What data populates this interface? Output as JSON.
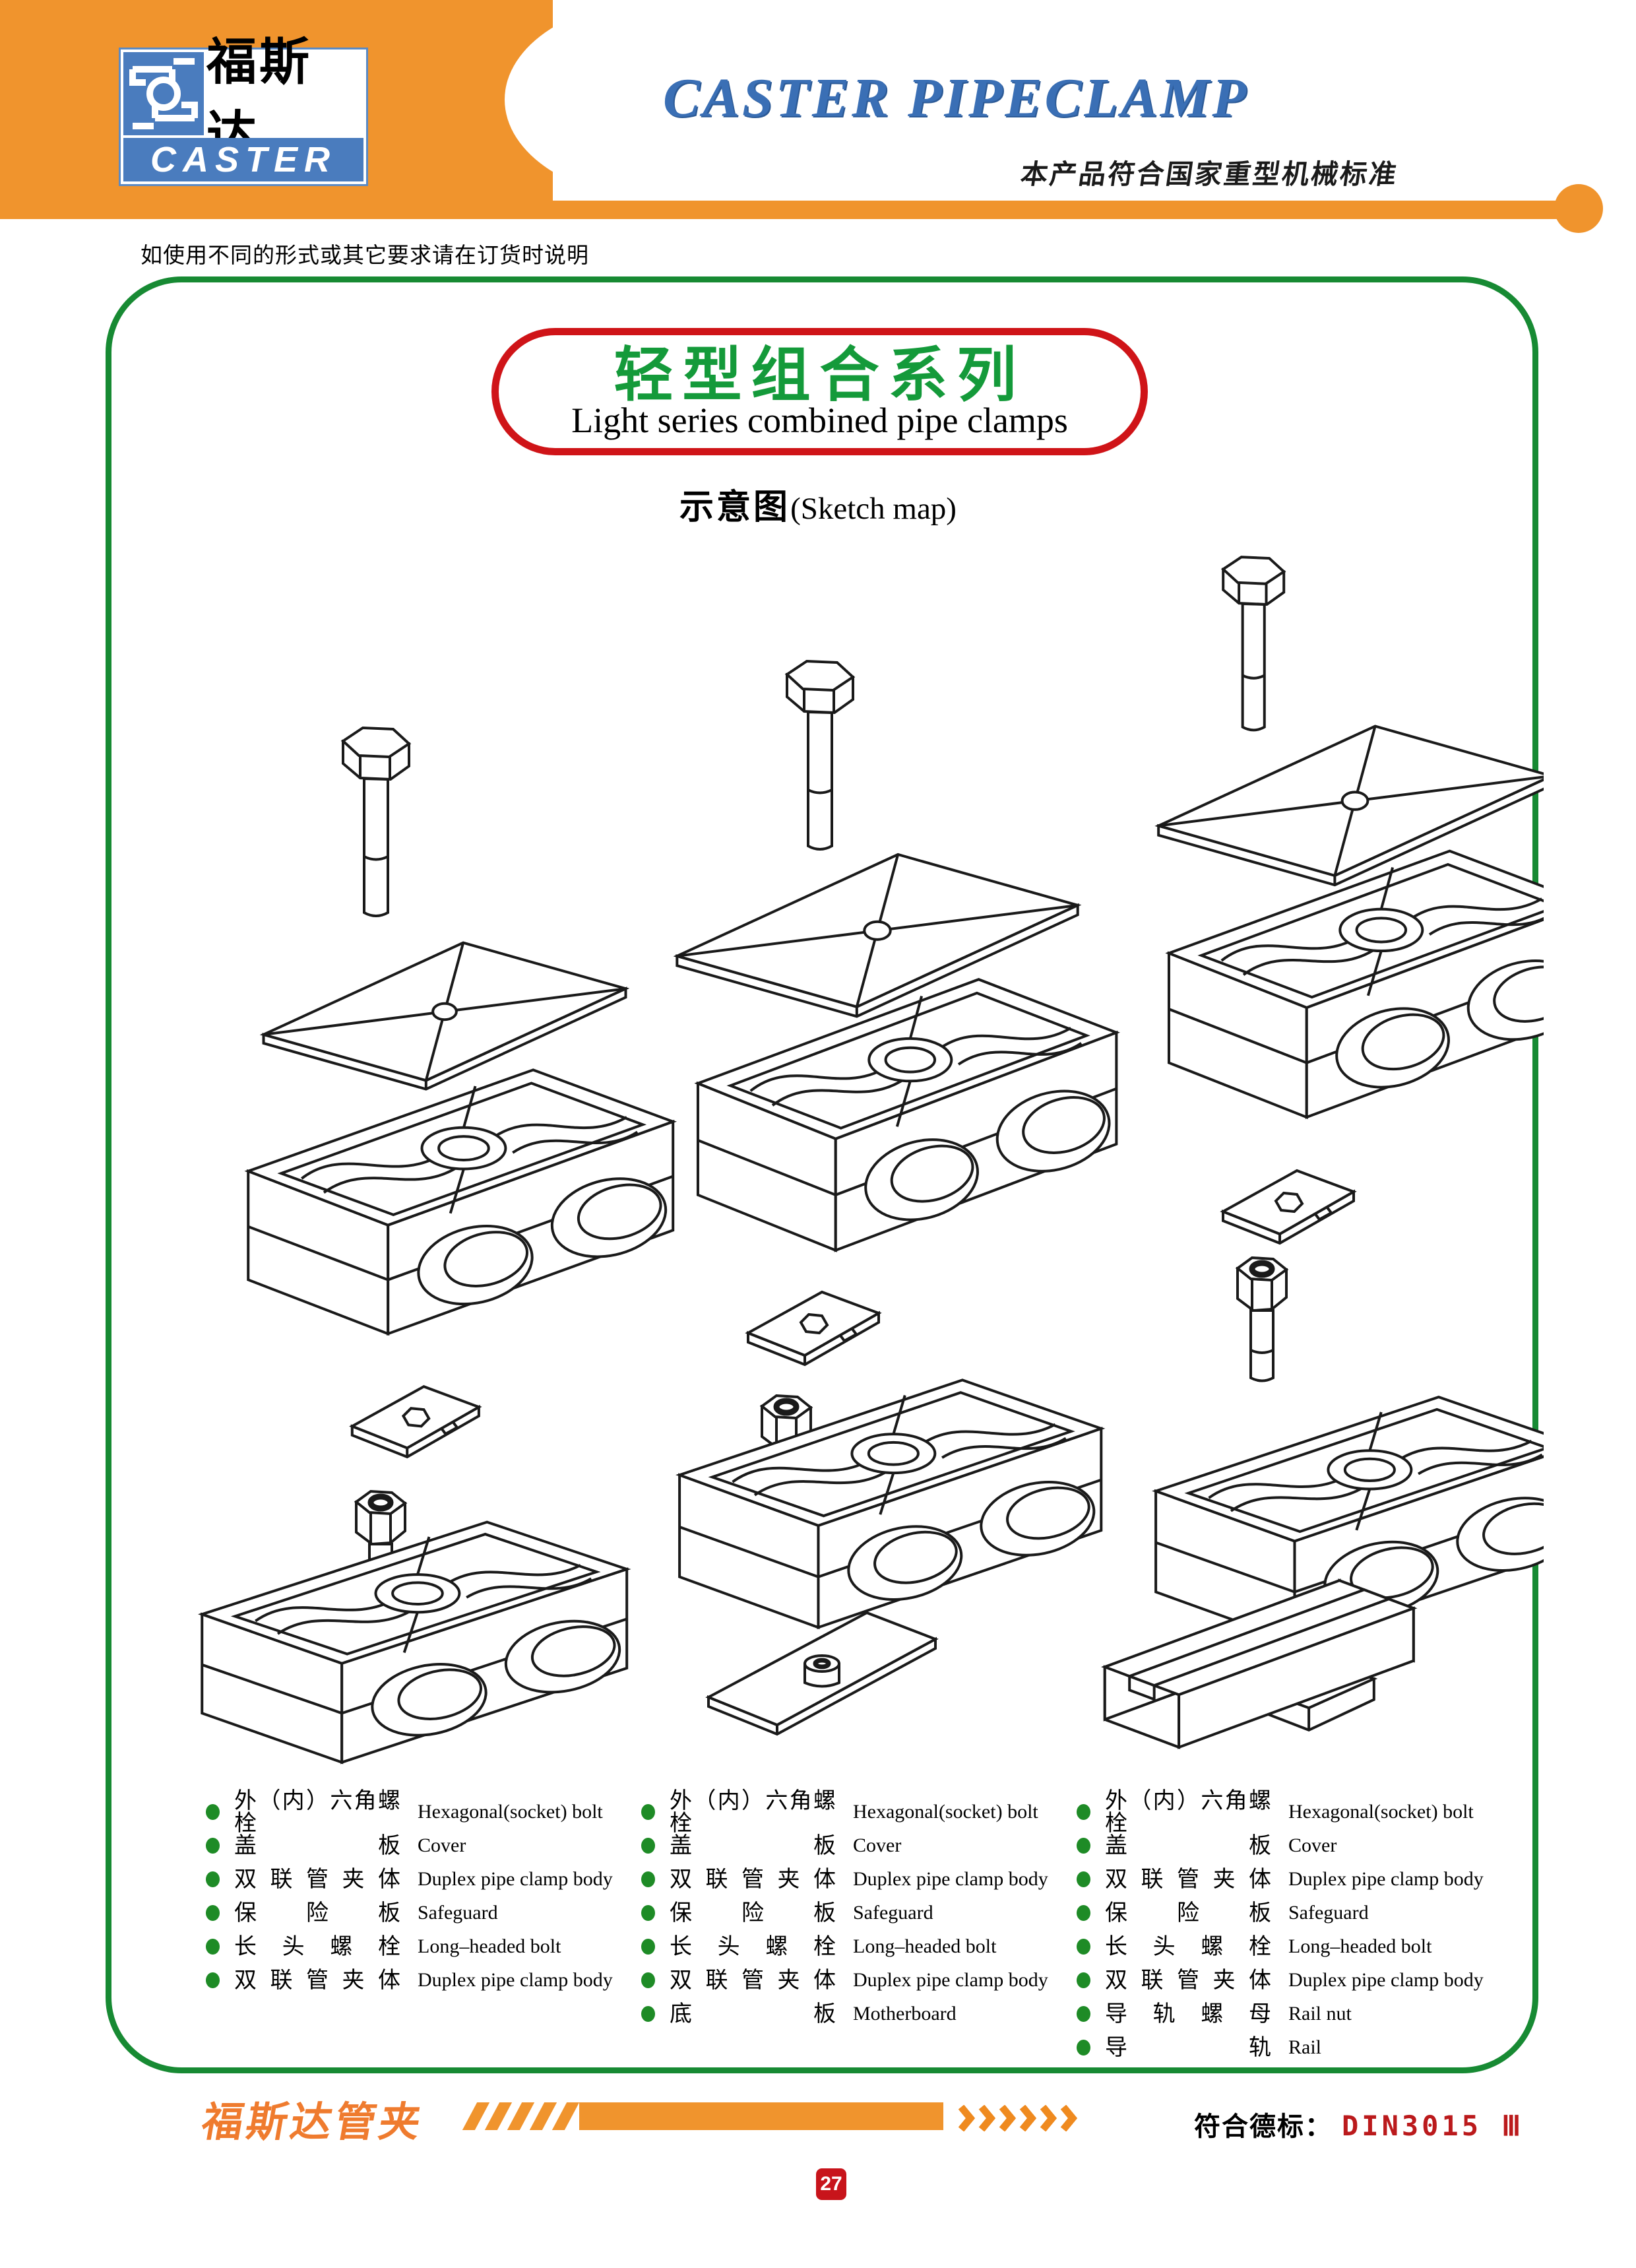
{
  "header": {
    "logo": {
      "zh": "福斯达",
      "en": "CASTER"
    },
    "title": "CASTER PIPECLAMP",
    "subtitle": "本产品符合国家重型机械标准"
  },
  "order_note": "如使用不同的形式或其它要求请在订货时说明",
  "series": {
    "title_zh": "轻型组合系列",
    "title_en": "Light series combined pipe clamps"
  },
  "sketch": {
    "zh": "示意图",
    "en": "(Sketch map)"
  },
  "parts_lists": [
    {
      "items": [
        {
          "zh": "外（内）六角螺栓",
          "en": "Hexagonal(socket) bolt"
        },
        {
          "zh": "盖板",
          "en": "Cover"
        },
        {
          "zh": "双联管夹体",
          "en": "Duplex pipe clamp body"
        },
        {
          "zh": "保险板",
          "en": "Safeguard"
        },
        {
          "zh": "长头螺栓",
          "en": "Long–headed bolt"
        },
        {
          "zh": "双联管夹体",
          "en": "Duplex pipe clamp body"
        }
      ]
    },
    {
      "items": [
        {
          "zh": "外（内）六角螺栓",
          "en": "Hexagonal(socket) bolt"
        },
        {
          "zh": "盖板",
          "en": "Cover"
        },
        {
          "zh": "双联管夹体",
          "en": "Duplex pipe clamp body"
        },
        {
          "zh": "保险板",
          "en": "Safeguard"
        },
        {
          "zh": "长头螺栓",
          "en": "Long–headed bolt"
        },
        {
          "zh": "双联管夹体",
          "en": "Duplex pipe clamp body"
        },
        {
          "zh": "底板",
          "en": "Motherboard"
        }
      ]
    },
    {
      "items": [
        {
          "zh": "外（内）六角螺栓",
          "en": "Hexagonal(socket) bolt"
        },
        {
          "zh": "盖板",
          "en": "Cover"
        },
        {
          "zh": "双联管夹体",
          "en": "Duplex pipe clamp body"
        },
        {
          "zh": "保险板",
          "en": "Safeguard"
        },
        {
          "zh": "长头螺栓",
          "en": "Long–headed bolt"
        },
        {
          "zh": "双联管夹体",
          "en": "Duplex pipe clamp body"
        },
        {
          "zh": "导轨螺母",
          "en": "Rail nut"
        },
        {
          "zh": "导轨",
          "en": "Rail"
        }
      ]
    }
  ],
  "footer": {
    "brand": "福斯达管夹",
    "standard_label": "符合德标：",
    "standard_value": "DIN3015  Ⅲ",
    "page_number": "27"
  },
  "colors": {
    "orange": "#f0942d",
    "logo_blue": "#4a7cbe",
    "title_blue": "#3a6fb5",
    "box_green": "#178a33",
    "series_green": "#149a3a",
    "pill_red": "#cf1418",
    "bullet_green": "#1e8b26",
    "brand_orange": "#ef7b2e",
    "standard_red": "#bb1a1c",
    "badge_red": "#c8141b"
  }
}
